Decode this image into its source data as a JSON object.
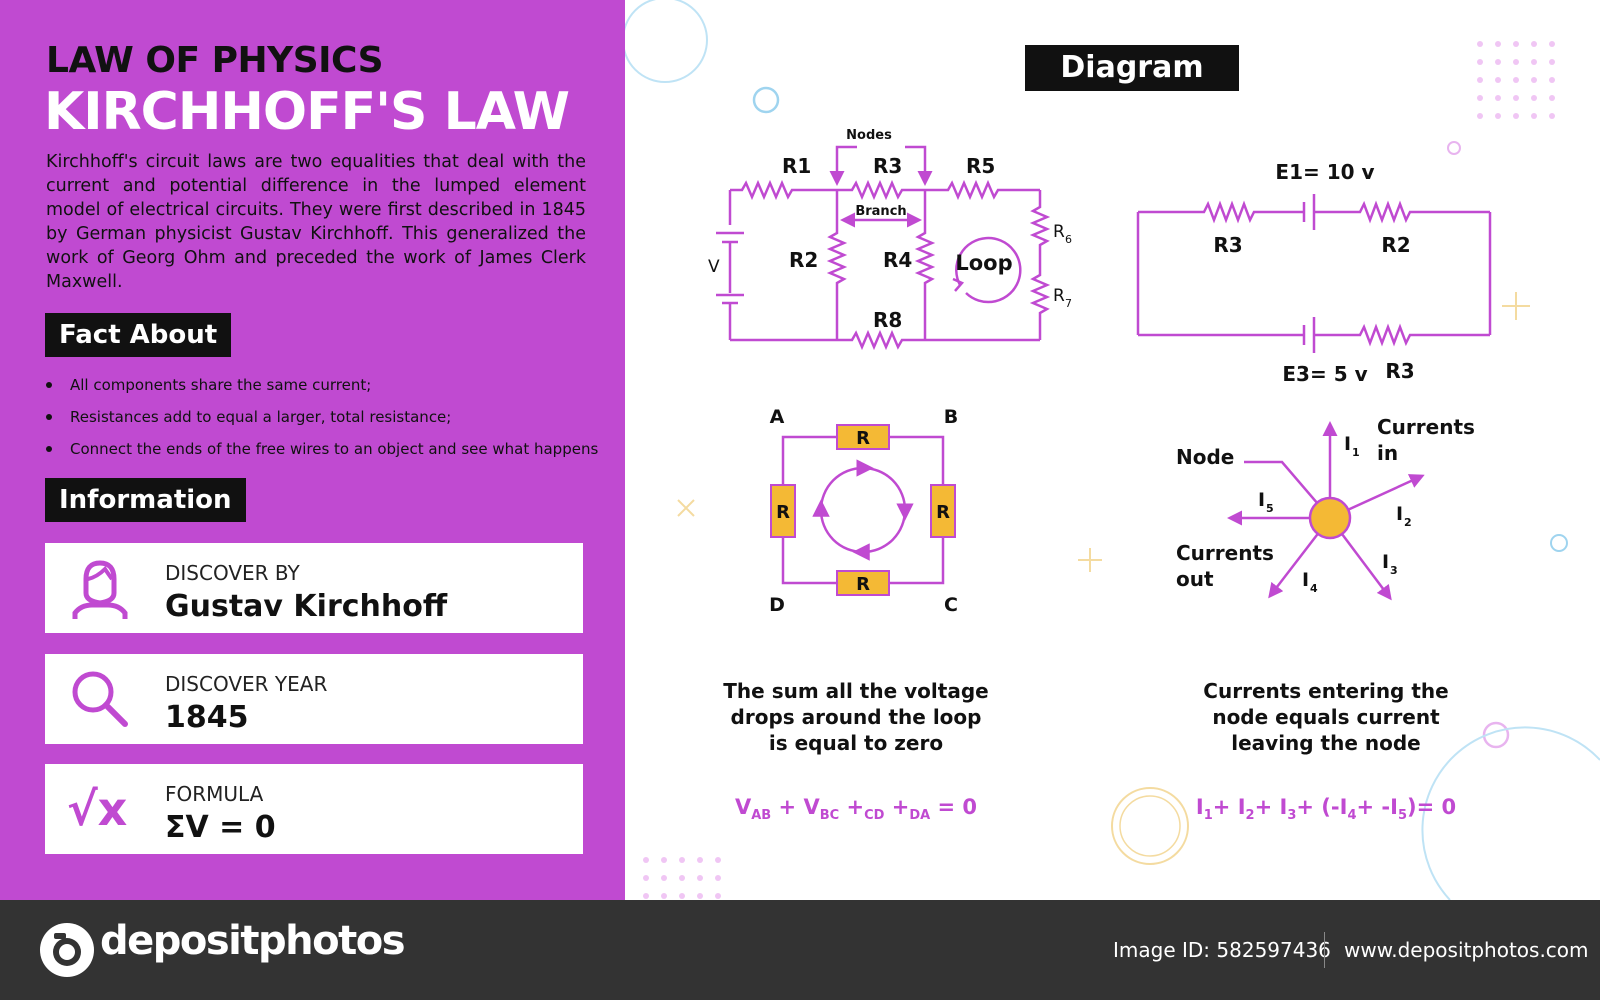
{
  "header": {
    "subtitle": "LAW OF PHYSICS",
    "title": "KIRCHHOFF'S LAW",
    "description": "Kirchhoff's circuit laws are two equalities that deal with the current and potential difference in the lumped element model of electrical circuits. They were first described in 1845 by German physicist Gustav Kirchhoff. This generalized the work of Georg Ohm and preceded the work of James Clerk Maxwell."
  },
  "fact_about": {
    "label": "Fact About",
    "items": [
      "All components share the same current;",
      "Resistances add to equal a larger, total resistance;",
      "Connect the ends of the free wires to an object and see what happens"
    ]
  },
  "information": {
    "label": "Information",
    "cards": [
      {
        "label": "DISCOVER BY",
        "value": "Gustav Kirchhoff",
        "icon": "person-icon"
      },
      {
        "label": "DISCOVER YEAR",
        "value": "1845",
        "icon": "magnifier-icon"
      },
      {
        "label": "FORMULA",
        "value": "ΣV = 0",
        "icon": "sqrt-x-icon",
        "icon_text": "√x"
      }
    ]
  },
  "diagram": {
    "label": "Diagram",
    "circuit1": {
      "nodes": "Nodes",
      "branch": "Branch",
      "loop": "Loop",
      "v": "V",
      "r1": "R1",
      "r2": "R2",
      "r3": "R3",
      "r4": "R4",
      "r5": "R5",
      "r8": "R8",
      "r6": "R",
      "r6sub": "6",
      "r7": "R",
      "r7sub": "7"
    },
    "circuit2": {
      "e1": "E1= 10 v",
      "e3": "E3= 5 v",
      "r3_top": "R3",
      "r2": "R2",
      "r3_bottom": "R3"
    },
    "loop_diagram": {
      "a": "A",
      "b": "B",
      "c": "C",
      "d": "D",
      "r": "R"
    },
    "node_diagram": {
      "node": "Node",
      "currents_in_1": "Currents",
      "currents_in_2": "in",
      "currents_out_1": "Currents",
      "currents_out_2": "out",
      "i": "I",
      "i1": "1",
      "i2": "2",
      "i3": "3",
      "i4": "4",
      "i5": "5"
    },
    "caption_left": [
      "The sum all the voltage",
      "drops around the loop",
      "is equal to zero"
    ],
    "caption_right": [
      "Currents entering the",
      "node equals current",
      "leaving the node"
    ],
    "formula_left": {
      "v": "V",
      "ab": "AB",
      "plus": "+",
      "bc": "BC",
      "cd": "CD",
      "da": "DA",
      "end": "= 0"
    },
    "formula_right": {
      "i": "I",
      "s1": "1",
      "s2": "2",
      "s3": "3",
      "s4": "4",
      "s5": "5",
      "plus": "+",
      "open": "(-",
      "mid": "+ -",
      "close": ")= 0"
    }
  },
  "footer": {
    "logo": "depositphotos",
    "image_id": "Image ID: 582597436",
    "website": "www.depositphotos.com"
  },
  "colors": {
    "purple": "#c04ad1",
    "black": "#111111",
    "yellow": "#f4b935",
    "footer": "#333333"
  }
}
